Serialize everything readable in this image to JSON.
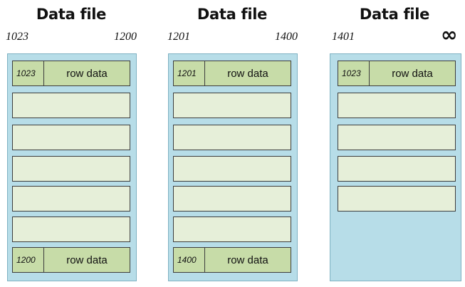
{
  "files": [
    {
      "title": "Data file",
      "range_start": "1023",
      "range_end": "1200",
      "rows": [
        {
          "key": "1023",
          "data": "row data"
        },
        {
          "key": "",
          "data": ""
        },
        {
          "key": "",
          "data": ""
        },
        {
          "key": "",
          "data": ""
        },
        {
          "key": "",
          "data": ""
        },
        {
          "key": "",
          "data": ""
        },
        {
          "key": "1200",
          "data": "row data"
        }
      ]
    },
    {
      "title": "Data file",
      "range_start": "1201",
      "range_end": "1400",
      "rows": [
        {
          "key": "1201",
          "data": "row data"
        },
        {
          "key": "",
          "data": ""
        },
        {
          "key": "",
          "data": ""
        },
        {
          "key": "",
          "data": ""
        },
        {
          "key": "",
          "data": ""
        },
        {
          "key": "",
          "data": ""
        },
        {
          "key": "1400",
          "data": "row data"
        }
      ]
    },
    {
      "title": "Data file",
      "range_start": "1401",
      "range_end": "∞",
      "rows": [
        {
          "key": "1023",
          "data": "row data"
        },
        {
          "key": "",
          "data": ""
        },
        {
          "key": "",
          "data": ""
        },
        {
          "key": "",
          "data": ""
        },
        {
          "key": "",
          "data": ""
        }
      ]
    }
  ]
}
